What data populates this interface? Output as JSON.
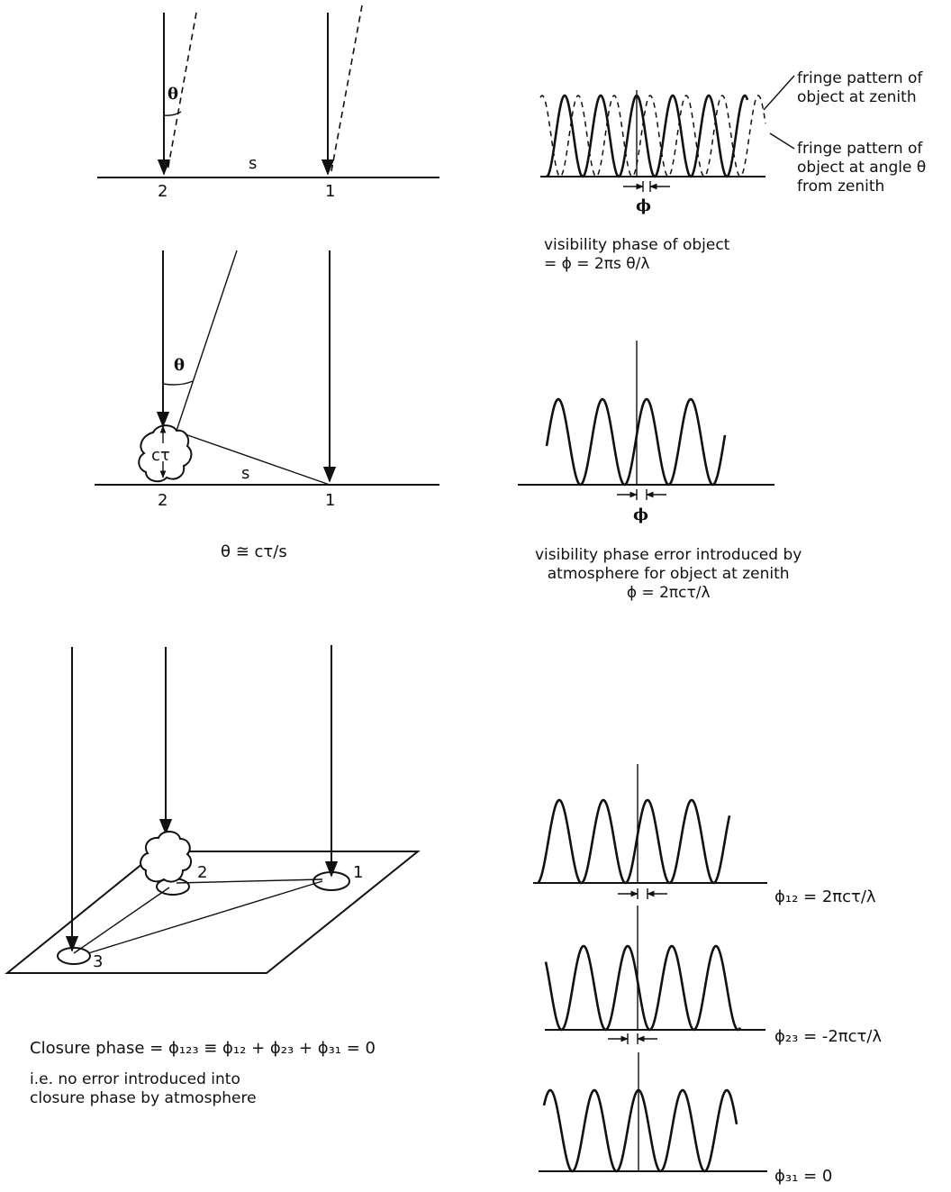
{
  "panel_top": {
    "baseline_label": "s",
    "antenna_left": "2",
    "antenna_right": "1",
    "angle_label": "θ"
  },
  "fringe_top": {
    "legend_solid": "fringe pattern of\nobject at zenith",
    "legend_dashed": "fringe pattern of\nobject at angle θ\nfrom zenith",
    "phase_symbol": "ϕ",
    "caption": "visibility phase of object\n= ϕ = 2πs θ/λ"
  },
  "panel_mid": {
    "angle_label": "θ",
    "delay_label": "cτ",
    "baseline_label": "s",
    "antenna_left": "2",
    "antenna_right": "1",
    "relation": "θ ≅ cτ/s"
  },
  "fringe_mid": {
    "phase_symbol": "ϕ",
    "caption": "visibility phase error introduced by\natmosphere for object at zenith\nϕ = 2πcτ/λ"
  },
  "panel_bottom": {
    "antenna_1": "1",
    "antenna_2": "2",
    "antenna_3": "3",
    "closure_caption": "Closure phase = ϕ₁₂₃ ≡ ϕ₁₂ + ϕ₂₃ + ϕ₃₁ = 0",
    "closure_note": "i.e. no error introduced into\nclosure phase by atmosphere"
  },
  "fringe_bottom": {
    "phase_12": "ϕ₁₂ = 2πcτ/λ",
    "phase_23": "ϕ₂₃ = -2πcτ/λ",
    "phase_31": "ϕ₃₁ = 0"
  }
}
